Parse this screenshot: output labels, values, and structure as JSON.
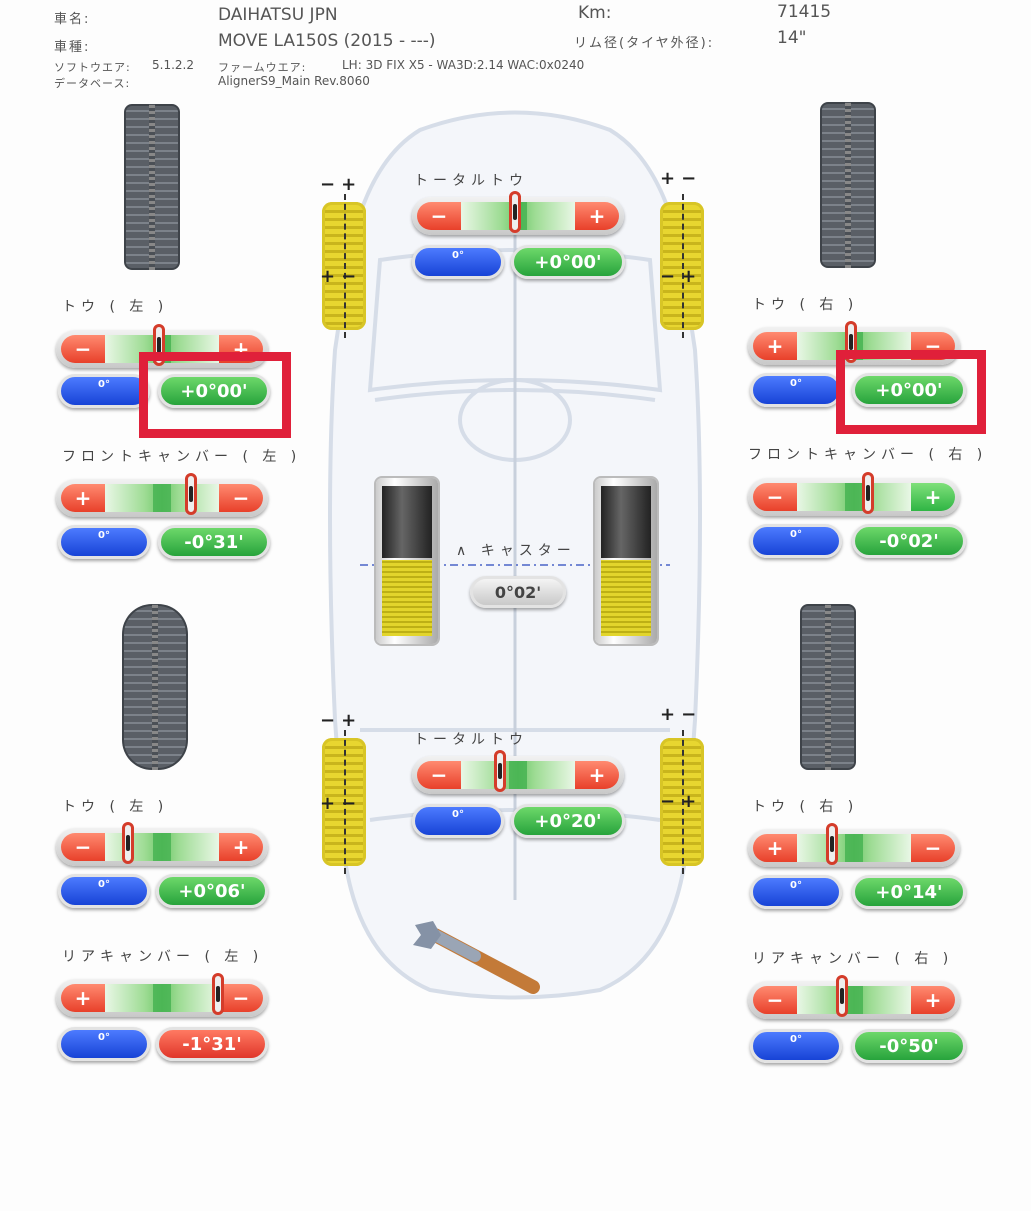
{
  "header": {
    "car_name_label": "車名:",
    "car_name": "DAIHATSU JPN",
    "car_model_label": "車種:",
    "car_model": "MOVE LA150S (2015 - ---)",
    "km_label": "Km:",
    "km_value": "71415",
    "rim_label": "リム径(タイヤ外径):",
    "rim_value": "14\"",
    "software_label": "ソフトウエア:",
    "software_value": "5.1.2.2",
    "firmware_label": "ファームウエア:",
    "firmware_value": "LH: 3D FIX X5 - WA3D:2.14 WAC:0x0240",
    "database_label": "データベース:",
    "database_value": "AlignerS9_Main Rev.8060"
  },
  "blue_pill_text": "0°",
  "front_total_toe": {
    "title": "トータルトウ",
    "value": "+0°00'",
    "minus": "−",
    "plus": "+"
  },
  "front_left_toe": {
    "title": "トウ ( 左 )",
    "value": "+0°00'",
    "left_sign": "−",
    "right_sign": "+"
  },
  "front_right_toe": {
    "title": "トウ ( 右 )",
    "value": "+0°00'",
    "left_sign": "+",
    "right_sign": "−"
  },
  "front_left_camber": {
    "title": "フロントキャンバー ( 左 )",
    "value": "-0°31'",
    "left_sign": "+",
    "right_sign": "−"
  },
  "front_right_camber": {
    "title": "フロントキャンバー ( 右 )",
    "value": "-0°02'",
    "left_sign": "−",
    "right_sign": "+"
  },
  "caster": {
    "title": "∧ キャスター",
    "value": "0°02'"
  },
  "rear_total_toe": {
    "title": "トータルトウ",
    "value": "+0°20'",
    "minus": "−",
    "plus": "+"
  },
  "rear_left_toe": {
    "title": "トウ ( 左 )",
    "value": "+0°06'",
    "left_sign": "−",
    "right_sign": "+"
  },
  "rear_right_toe": {
    "title": "トウ ( 右 )",
    "value": "+0°14'",
    "left_sign": "+",
    "right_sign": "−"
  },
  "rear_left_camber": {
    "title": "リアキャンバー ( 左 )",
    "value": "-1°31'",
    "left_sign": "+",
    "right_sign": "−"
  },
  "rear_right_camber": {
    "title": "リアキャンバー ( 右 )",
    "value": "-0°50'",
    "left_sign": "−",
    "right_sign": "+"
  },
  "tire_signs": {
    "fl_top": "−+",
    "fl_bottom": "+−",
    "fr_top": "+−",
    "fr_bottom": "−+",
    "rl_top": "−+",
    "rl_bottom": "+−",
    "rr_top": "+−",
    "rr_bottom": "−+"
  },
  "colors": {
    "highlight": "#e0203a",
    "value_green": "#2fb544",
    "value_red": "#e0362a",
    "offset_blue": "#1743d6"
  }
}
